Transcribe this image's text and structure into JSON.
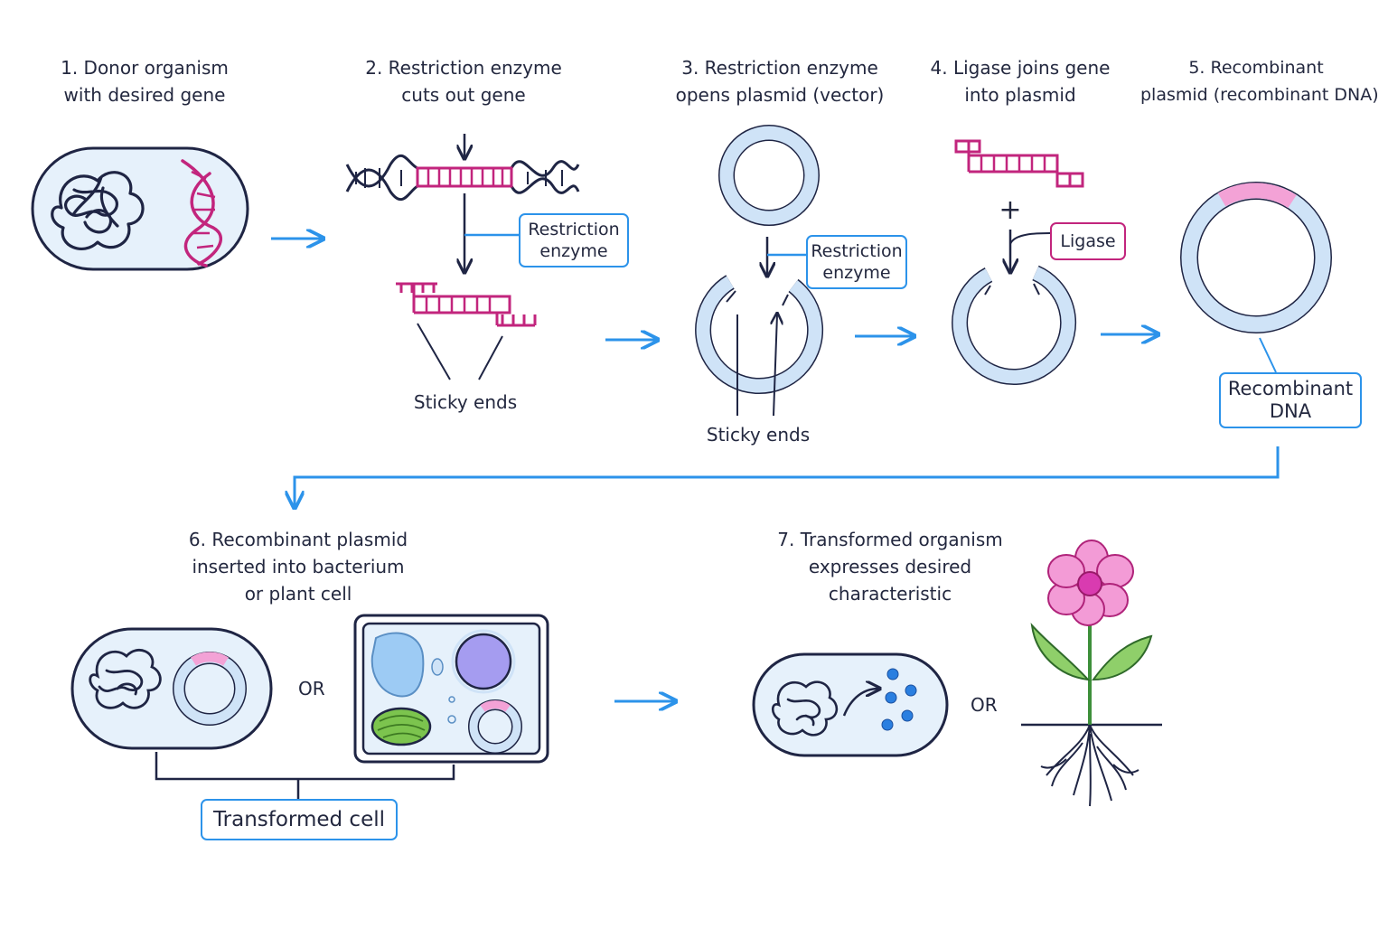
{
  "steps": [
    {
      "lines": [
        "1. Donor organism",
        "with desired gene"
      ]
    },
    {
      "lines": [
        "2. Restriction enzyme",
        "cuts out gene"
      ]
    },
    {
      "lines": [
        "3. Restriction enzyme",
        "opens plasmid (vector)"
      ]
    },
    {
      "lines": [
        "4. Ligase joins gene",
        "into plasmid"
      ]
    },
    {
      "lines": [
        "5. Recombinant",
        "plasmid (recombinant DNA)"
      ]
    },
    {
      "lines": [
        "6.  Recombinant plasmid",
        "inserted into bacterium",
        "or plant cell"
      ]
    },
    {
      "lines": [
        "7. Transformed organism",
        "expresses desired",
        "characteristic"
      ]
    }
  ],
  "labels": {
    "restriction_enzyme_1": [
      "Restriction",
      "enzyme"
    ],
    "restriction_enzyme_2": [
      "Restriction",
      "enzyme"
    ],
    "sticky_ends_1": "Sticky ends",
    "sticky_ends_2": "Sticky ends",
    "plus": "+",
    "ligase": "Ligase",
    "recombinant_dna": [
      "Recombinant",
      "DNA"
    ],
    "or_1": "OR",
    "or_2": "OR",
    "transformed_cell": "Transformed cell"
  },
  "colors": {
    "arrow_blue": "#2c93ea",
    "gene_magenta": "#c2257d",
    "dna_navy": "#1f2544",
    "cell_fill": "#e6f1fb",
    "plasmid_fill": "#cfe3f7",
    "insert_pink": "#f3a2d6",
    "chloroplast_green": "#7cc44e",
    "nucleus_purple": "#a59cf0",
    "vacuole_blue": "#9dcbf4",
    "petal_pink": "#f39bd6",
    "leaf_green": "#8fcf6a"
  },
  "icons": [
    "bacterium-cell-icon",
    "dna-helix-icon",
    "plasmid-icon",
    "plant-cell-icon",
    "flower-plant-icon",
    "protein-dots-icon"
  ]
}
